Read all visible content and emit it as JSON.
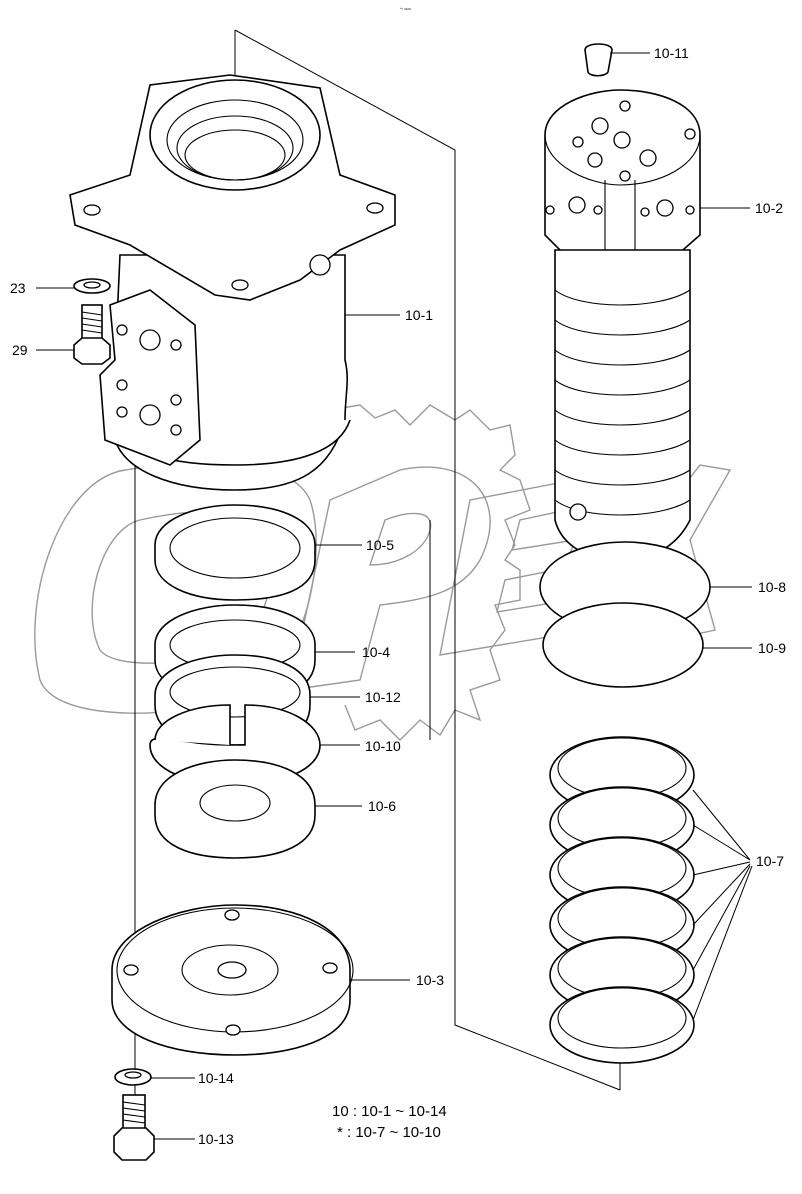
{
  "header": {
    "code": "⁴₇ ⁠ooo"
  },
  "callouts": {
    "c23": "23",
    "c29": "29",
    "c10_1": "10-1",
    "c10_2": "10-2",
    "c10_3": "10-3",
    "c10_4": "10-4",
    "c10_5": "10-5",
    "c10_6": "10-6",
    "c10_7": "10-7",
    "c10_8": "10-8",
    "c10_9": "10-9",
    "c10_10": "10-10",
    "c10_11": "10-11",
    "c10_12": "10-12",
    "c10_13": "10-13",
    "c10_14": "10-14"
  },
  "notes": {
    "line1": "10 : 10-1 ~ 10-14",
    "line2": "*  : 10-7 ~ 10-10"
  },
  "watermark": {
    "text": "OPEX"
  }
}
